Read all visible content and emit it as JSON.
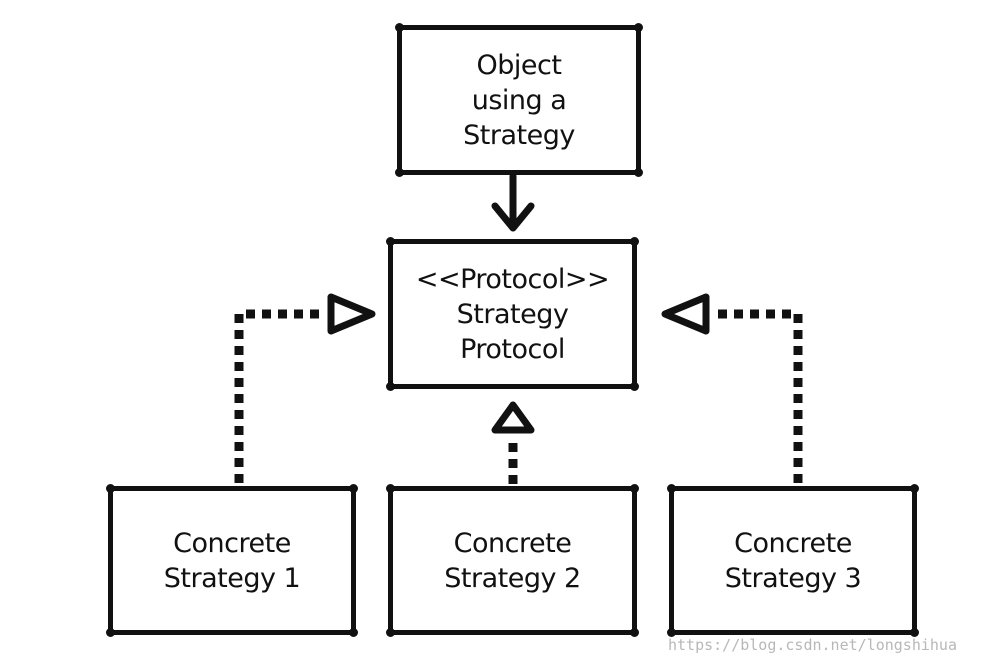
{
  "diagram": {
    "object_box": {
      "lines": [
        "Object",
        "using a",
        "Strategy"
      ]
    },
    "protocol_box": {
      "lines": [
        "<<Protocol>>",
        "Strategy",
        "Protocol"
      ]
    },
    "concrete_boxes": [
      {
        "lines": [
          "Concrete",
          "Strategy 1"
        ]
      },
      {
        "lines": [
          "Concrete",
          "Strategy 2"
        ]
      },
      {
        "lines": [
          "Concrete",
          "Strategy 3"
        ]
      }
    ],
    "relations": [
      {
        "from": "Object using a Strategy",
        "to": "Strategy Protocol",
        "kind": "uses",
        "line_style": "solid",
        "head": "open-arrow"
      },
      {
        "from": "Concrete Strategy 1",
        "to": "Strategy Protocol",
        "kind": "implements",
        "line_style": "dotted",
        "head": "hollow-triangle"
      },
      {
        "from": "Concrete Strategy 2",
        "to": "Strategy Protocol",
        "kind": "implements",
        "line_style": "dotted",
        "head": "hollow-triangle"
      },
      {
        "from": "Concrete Strategy 3",
        "to": "Strategy Protocol",
        "kind": "implements",
        "line_style": "dotted",
        "head": "hollow-triangle"
      }
    ],
    "colors": {
      "ink": "#111111",
      "background": "#ffffff",
      "watermark": "#b8b8b8"
    }
  },
  "watermark": "https://blog.csdn.net/longshihua"
}
